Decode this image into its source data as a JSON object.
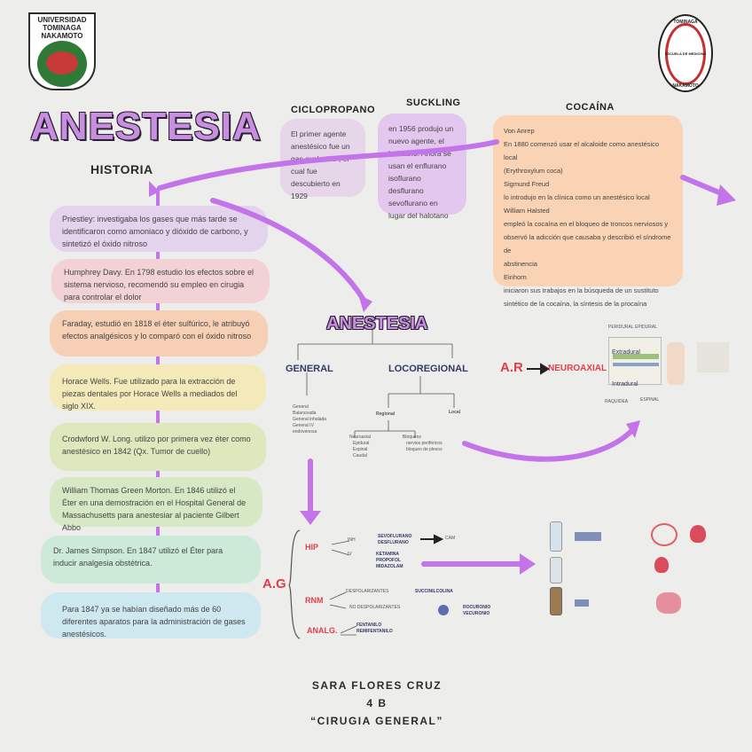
{
  "logos": {
    "left_text": "UNIVERSIDAD TOMINAGA NAKAMOTO",
    "right_top": "TOMINAGA",
    "right_mid": "ESCUELA DE MEDICINA",
    "right_bottom": "NAKAMOTO"
  },
  "title": "ANESTESIA",
  "historia": {
    "heading": "HISTORIA",
    "items": [
      {
        "text": "Priestley: investigaba los gases que más tarde se identificaron como amoniaco y dióxido de carbono, y sintetizó el óxido nitroso",
        "color": "#e4d3ec"
      },
      {
        "text": "Humphrey Davy. En 1798 estudio los efectos sobre el sistema nervioso, recomendó su empleo en cirugia para controlar el dolor",
        "color": "#f3d2d6"
      },
      {
        "text": "Faraday, estudió en 1818 el éter sulfúrico, le atribuyó efectos analgésicos y lo comparó con el óxido nitroso",
        "color": "#f6cfb4"
      },
      {
        "text": "Horace Wells. Fue utilizado para la extracción de piezas dentales por Horace Wells a mediados del siglo XIX.",
        "color": "#f4eab9"
      },
      {
        "text": "Crodwford W. Long. utilizo por primera vez éter como anestésico en 1842 (Qx. Tumor de cuello)",
        "color": "#dde8bd"
      },
      {
        "text": "William Thomas Green Morton. En 1846 utilizó el Éter en una demostración en el Hospital General de Massachusetts para anestesiar al paciente Gilbert Abbo",
        "color": "#d7e9c4"
      },
      {
        "text": "Dr. James Simpson. En 1847 utilizó el Éter para inducir analgesia obstétrica.",
        "color": "#cde9d8"
      },
      {
        "text": "Para 1847 ya se habían diseñado más de 60 diferentes aparatos para la administración de gases anestésicos.",
        "color": "#cde8ef"
      }
    ]
  },
  "ciclopropano": {
    "heading": "CICLOPROPANO",
    "text": "El primer agente anestésico fue un gas explosivo , el cual fue descubierto en 1929",
    "color": "#e7d6ea"
  },
  "suckling": {
    "heading": "SUCKLING",
    "text": "en 1956 produjo un nuevo agente, el halotano. Ahora se usan el enflurano isoflurano desflurano sevoflurano en lugar del halotano",
    "color": "#e4c7ee"
  },
  "cocaina": {
    "heading": "COCAÍNA",
    "lines": [
      "Von Anrep",
      "En 1880 comenzó usar el alcaloide como anestésico local",
      "(Erythroxylum coca)",
      "Sigmund Freud",
      "lo introdujo en la clínica como un anestésico local",
      "William Halsted",
      "empleó la cocaína en el bloqueo de troncos nerviosos y",
      "observó la adicción que causaba y describió el síndrome de",
      "abstinencia",
      "Einhorn",
      "iniciaron sus trabajos en la búsqueda de un sustituto",
      "sintético de la cocaína, la síntesis de la procaína"
    ],
    "color": "#f9d3b4"
  },
  "diagram": {
    "title": "ANESTESIA",
    "general": "GENERAL",
    "locoregional": "LOCOREGIONAL",
    "general_items": [
      "General",
      "Balanceada",
      "General inhalada",
      "General IV",
      "endovenosa"
    ],
    "regional": "Regional",
    "local": "Local",
    "neuroaxial_small": "Neuroaxial",
    "neuro_items": [
      "Epidural",
      "Espinal",
      "Caudal"
    ],
    "bloqueos": "Bloqueos",
    "bloqueo_items": [
      "nervios periféricos",
      "bloqueo de plexos"
    ],
    "ar": "A.R",
    "neuroaxial": "NEUROAXIAL",
    "extradural": "Extradural",
    "intradural": "Intradural",
    "peridural": "PERIDURAL",
    "epidural": "EPIDURAL",
    "raquidea": "RAQUIDEA",
    "espinal": "ESPINAL",
    "ag": "A.G",
    "hip": "HIP",
    "iv": "IV",
    "inh": "INH",
    "hip_iv": "SEVOFLURANO DESFLURANO",
    "hip_inh": "KETAMINA PROPOFOL MIDAZOLAM",
    "cam": "CAM",
    "rnm": "RNM",
    "despolarizantes": "DESPOLARIZANTES",
    "no_despolarizantes": "NO DESPOLARIZANTES",
    "succinil": "SUCCINILCOLINA",
    "rocuronio": "ROCURONIO VECURONIO",
    "analg": "ANALG.",
    "fentanilo": "FENTANILO REMIFENTANILO"
  },
  "footer": {
    "name": "SARA FLORES CRUZ",
    "group": "4 B",
    "course": "“CIRUGIA GENERAL”"
  },
  "colors": {
    "purple": "#c374e8",
    "accent_red": "#e0404a"
  }
}
